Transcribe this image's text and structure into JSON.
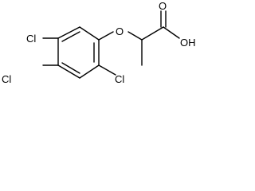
{
  "atoms": {
    "cl_left_top": "Cl",
    "cl_left_bottom": "Cl",
    "cl_bottom_right": "Cl",
    "ether_oxygen": "O",
    "carbonyl_oxygen": "O",
    "hydroxyl": "OH"
  },
  "colors": {
    "bond": "#000000",
    "label": "#000000",
    "background": "#ffffff"
  }
}
